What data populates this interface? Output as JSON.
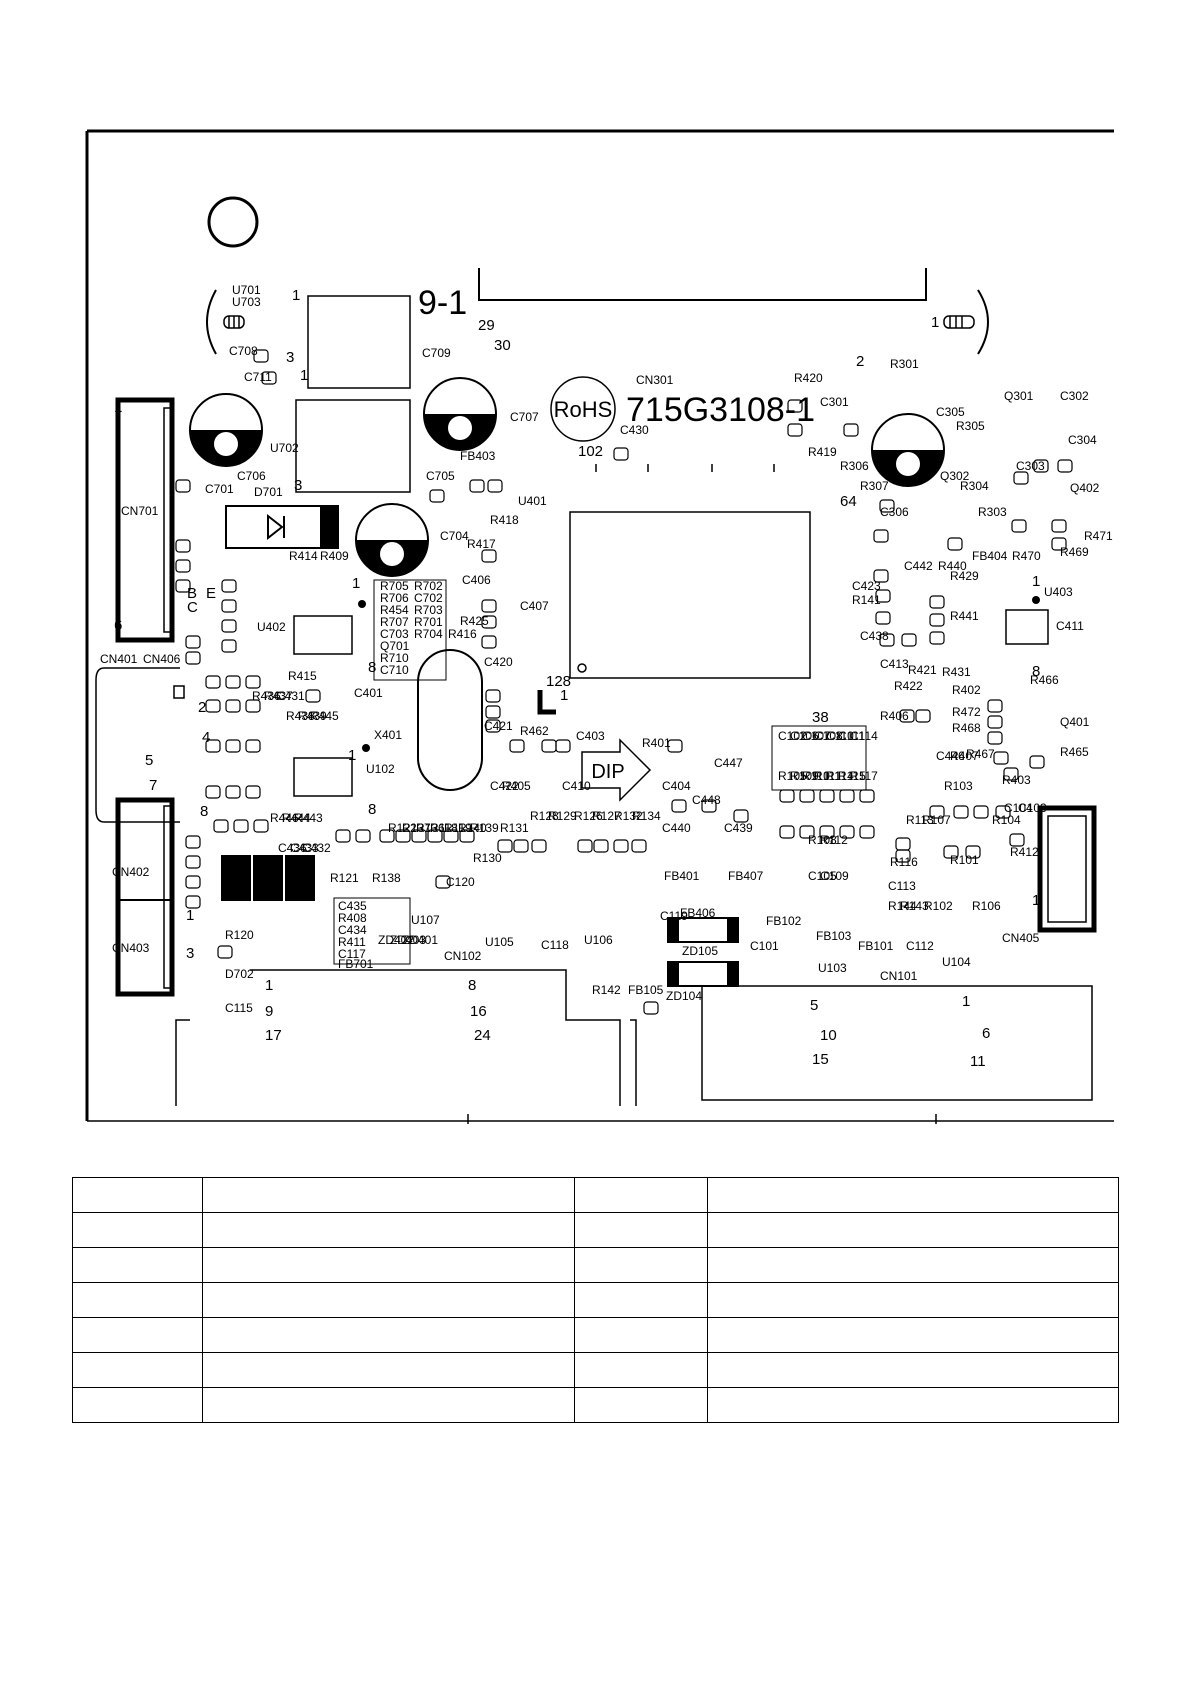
{
  "board": {
    "pcb_number": "715G3108-1",
    "rohs_mark": "RoHS",
    "corner_mark": "9-1",
    "dip_arrow": "DIP"
  },
  "labels": [
    [
      "U701",
      232,
      294
    ],
    [
      "U703",
      232,
      306
    ],
    [
      "C708",
      229,
      355
    ],
    [
      "C711",
      244,
      381
    ],
    [
      "U702",
      270,
      452
    ],
    [
      "C706",
      237,
      480
    ],
    [
      "C701",
      205,
      493
    ],
    [
      "D701",
      254,
      496
    ],
    [
      "CN701",
      121,
      515
    ],
    [
      "R414",
      289,
      560
    ],
    [
      "R409",
      320,
      560
    ],
    [
      "U402",
      257,
      631
    ],
    [
      "CN401",
      100,
      663
    ],
    [
      "CN406",
      143,
      663
    ],
    [
      "C401",
      354,
      697
    ],
    [
      "X401",
      374,
      739
    ],
    [
      "U102",
      366,
      773
    ],
    [
      "CN402",
      112,
      876
    ],
    [
      "CN403",
      112,
      952
    ],
    [
      "R120",
      225,
      939
    ],
    [
      "D702",
      225,
      978
    ],
    [
      "C115",
      225,
      1012
    ],
    [
      "C709",
      422,
      357
    ],
    [
      "C707",
      510,
      421
    ],
    [
      "C705",
      426,
      480
    ],
    [
      "FB403",
      460,
      460
    ],
    [
      "U401",
      518,
      505
    ],
    [
      "C704",
      440,
      540
    ],
    [
      "R417",
      467,
      548
    ],
    [
      "R418",
      490,
      524
    ],
    [
      "C406",
      462,
      584
    ],
    [
      "R425",
      460,
      625
    ],
    [
      "C407",
      520,
      610
    ],
    [
      "R416",
      448,
      638
    ],
    [
      "C420",
      484,
      666
    ],
    [
      "C421",
      484,
      730
    ],
    [
      "R462",
      520,
      735
    ],
    [
      "C422",
      490,
      790
    ],
    [
      "R405",
      502,
      790
    ],
    [
      "C410",
      562,
      790
    ],
    [
      "C403",
      576,
      740
    ],
    [
      "R401",
      642,
      747
    ],
    [
      "C404",
      662,
      790
    ],
    [
      "C447",
      714,
      767
    ],
    [
      "C448",
      692,
      804
    ],
    [
      "C440",
      662,
      832
    ],
    [
      "C439",
      724,
      832
    ],
    [
      "R128",
      530,
      820
    ],
    [
      "R129",
      548,
      820
    ],
    [
      "R126",
      574,
      820
    ],
    [
      "R127",
      592,
      820
    ],
    [
      "R132",
      614,
      820
    ],
    [
      "R134",
      632,
      820
    ],
    [
      "R131",
      500,
      832
    ],
    [
      "R130",
      473,
      862
    ],
    [
      "C120",
      446,
      886
    ],
    [
      "U107",
      411,
      924
    ],
    [
      "U105",
      485,
      946
    ],
    [
      "C118",
      541,
      949
    ],
    [
      "U106",
      584,
      944
    ],
    [
      "R121",
      330,
      882
    ],
    [
      "R138",
      372,
      882
    ],
    [
      "R142",
      592,
      994
    ],
    [
      "FB105",
      628,
      994
    ],
    [
      "ZD104",
      666,
      1000
    ],
    [
      "ZD105",
      682,
      955
    ],
    [
      "FB406",
      680,
      917
    ],
    [
      "FB401",
      664,
      880
    ],
    [
      "FB407",
      728,
      880
    ],
    [
      "FB102",
      766,
      925
    ],
    [
      "C119",
      660,
      920
    ],
    [
      "C101",
      750,
      950
    ],
    [
      "U103",
      818,
      972
    ],
    [
      "CN101",
      880,
      980
    ],
    [
      "FB103",
      816,
      940
    ],
    [
      "FB101",
      858,
      950
    ],
    [
      "C112",
      906,
      950
    ],
    [
      "U104",
      942,
      966
    ],
    [
      "CN405",
      1002,
      942
    ],
    [
      "R102",
      924,
      910
    ],
    [
      "R106",
      972,
      910
    ],
    [
      "R116",
      890,
      866
    ],
    [
      "C113",
      888,
      890
    ],
    [
      "R144",
      888,
      910
    ],
    [
      "R143",
      900,
      910
    ],
    [
      "R101",
      950,
      864
    ],
    [
      "R113",
      906,
      824
    ],
    [
      "R107",
      922,
      824
    ],
    [
      "R103",
      944,
      790
    ],
    [
      "R104",
      992,
      824
    ],
    [
      "C104",
      1004,
      812
    ],
    [
      "C103",
      1018,
      812
    ],
    [
      "R412",
      1010,
      856
    ],
    [
      "C446",
      936,
      760
    ],
    [
      "R407",
      950,
      760
    ],
    [
      "R467",
      966,
      758
    ],
    [
      "R403",
      1002,
      784
    ],
    [
      "R465",
      1060,
      756
    ],
    [
      "Q401",
      1060,
      726
    ],
    [
      "R468",
      952,
      732
    ],
    [
      "R472",
      952,
      716
    ],
    [
      "R402",
      952,
      694
    ],
    [
      "R466",
      1030,
      684
    ],
    [
      "R406",
      880,
      720
    ],
    [
      "R422",
      894,
      690
    ],
    [
      "R421",
      908,
      674
    ],
    [
      "R431",
      942,
      676
    ],
    [
      "C413",
      880,
      668
    ],
    [
      "C411",
      1056,
      630
    ],
    [
      "U403",
      1044,
      596
    ],
    [
      "R441",
      950,
      620
    ],
    [
      "R429",
      950,
      580
    ],
    [
      "R440",
      938,
      570
    ],
    [
      "C442",
      904,
      570
    ],
    [
      "C423",
      852,
      590
    ],
    [
      "R141",
      852,
      604
    ],
    [
      "C438",
      860,
      640
    ],
    [
      "FB404",
      972,
      560
    ],
    [
      "R470",
      1012,
      560
    ],
    [
      "R469",
      1060,
      556
    ],
    [
      "R471",
      1084,
      540
    ],
    [
      "R303",
      978,
      516
    ],
    [
      "R304",
      960,
      490
    ],
    [
      "C306",
      880,
      516
    ],
    [
      "R307",
      860,
      490
    ],
    [
      "R306",
      840,
      470
    ],
    [
      "R419",
      808,
      456
    ],
    [
      "C301",
      820,
      406
    ],
    [
      "R420",
      794,
      382
    ],
    [
      "R301",
      890,
      368
    ],
    [
      "C305",
      936,
      416
    ],
    [
      "R305",
      956,
      430
    ],
    [
      "Q301",
      1004,
      400
    ],
    [
      "C302",
      1060,
      400
    ],
    [
      "C304",
      1068,
      444
    ],
    [
      "C303",
      1016,
      470
    ],
    [
      "Q402",
      1070,
      492
    ],
    [
      "Q302",
      940,
      480
    ],
    [
      "C430",
      620,
      434
    ],
    [
      "CN301",
      636,
      384
    ],
    [
      "R705",
      380,
      590
    ],
    [
      "R706",
      380,
      602
    ],
    [
      "R454",
      380,
      614
    ],
    [
      "R707",
      380,
      626
    ],
    [
      "C703",
      380,
      638
    ],
    [
      "Q701",
      380,
      650
    ],
    [
      "R710",
      380,
      662
    ],
    [
      "C710",
      380,
      674
    ],
    [
      "R702",
      414,
      590
    ],
    [
      "C702",
      414,
      602
    ],
    [
      "R703",
      414,
      614
    ],
    [
      "R701",
      414,
      626
    ],
    [
      "R704",
      414,
      638
    ],
    [
      "R436",
      252,
      700
    ],
    [
      "R437",
      264,
      700
    ],
    [
      "C431",
      276,
      700
    ],
    [
      "R415",
      288,
      680
    ],
    [
      "R438",
      286,
      720
    ],
    [
      "R439",
      298,
      720
    ],
    [
      "R445",
      310,
      720
    ],
    [
      "R446",
      270,
      822
    ],
    [
      "R444",
      282,
      822
    ],
    [
      "R443",
      294,
      822
    ],
    [
      "C436",
      278,
      852
    ],
    [
      "C433",
      290,
      852
    ],
    [
      "C432",
      302,
      852
    ],
    [
      "R122",
      388,
      832
    ],
    [
      "R137",
      402,
      832
    ],
    [
      "R136",
      416,
      832
    ],
    [
      "R118",
      430,
      832
    ],
    [
      "R119",
      444,
      832
    ],
    [
      "R140",
      458,
      832
    ],
    [
      "R139",
      470,
      832
    ],
    [
      "C435",
      338,
      910
    ],
    [
      "R408",
      338,
      922
    ],
    [
      "C434",
      338,
      934
    ],
    [
      "R411",
      338,
      946
    ],
    [
      "C117",
      338,
      958
    ],
    [
      "FB701",
      338,
      968
    ],
    [
      "ZD402",
      378,
      944
    ],
    [
      "ZD403",
      390,
      944
    ],
    [
      "ZD401",
      402,
      944
    ],
    [
      "R105",
      778,
      780
    ],
    [
      "R109",
      790,
      780
    ],
    [
      "C102",
      778,
      740
    ],
    [
      "C106",
      790,
      740
    ],
    [
      "R110",
      802,
      780
    ],
    [
      "R111",
      814,
      780
    ],
    [
      "C107",
      802,
      740
    ],
    [
      "C108",
      814,
      740
    ],
    [
      "R114",
      826,
      780
    ],
    [
      "R115",
      838,
      780
    ],
    [
      "C110",
      826,
      740
    ],
    [
      "C111",
      838,
      740
    ],
    [
      "R117",
      850,
      780
    ],
    [
      "C114",
      850,
      740
    ],
    [
      "C105",
      808,
      880
    ],
    [
      "C109",
      820,
      880
    ],
    [
      "R108",
      808,
      844
    ],
    [
      "R112",
      820,
      844
    ]
  ],
  "pins": [
    [
      "1",
      292,
      300
    ],
    [
      "3",
      286,
      362
    ],
    [
      "1",
      300,
      380
    ],
    [
      "3",
      294,
      490
    ],
    [
      "29",
      478,
      330
    ],
    [
      "30",
      494,
      350
    ],
    [
      "102",
      578,
      456
    ],
    [
      "64",
      840,
      506
    ],
    [
      "128",
      546,
      686
    ],
    [
      "1",
      560,
      700
    ],
    [
      "38",
      812,
      722
    ],
    [
      "1",
      1032,
      586
    ],
    [
      "8",
      1032,
      676
    ],
    [
      "2",
      856,
      366
    ],
    [
      "1",
      114,
      412
    ],
    [
      "6",
      114,
      630
    ],
    [
      "1",
      352,
      588
    ],
    [
      "8",
      368,
      672
    ],
    [
      "1",
      348,
      760
    ],
    [
      "8",
      368,
      814
    ],
    [
      "2",
      198,
      712
    ],
    [
      "4",
      202,
      742
    ],
    [
      "5",
      145,
      765
    ],
    [
      "7",
      149,
      790
    ],
    [
      "8",
      200,
      816
    ],
    [
      "1",
      186,
      920
    ],
    [
      "3",
      186,
      958
    ],
    [
      "1",
      1032,
      905
    ],
    [
      "1",
      931,
      327
    ],
    [
      "1",
      265,
      990
    ],
    [
      "8",
      468,
      990
    ],
    [
      "9",
      265,
      1016
    ],
    [
      "16",
      470,
      1016
    ],
    [
      "17",
      265,
      1040
    ],
    [
      "24",
      474,
      1040
    ],
    [
      "5",
      810,
      1010
    ],
    [
      "1",
      962,
      1006
    ],
    [
      "10",
      820,
      1040
    ],
    [
      "6",
      982,
      1038
    ],
    [
      "15",
      812,
      1064
    ],
    [
      "11",
      970,
      1066
    ],
    [
      "B",
      187,
      598
    ],
    [
      "C",
      187,
      612
    ],
    [
      "E",
      206,
      598
    ]
  ],
  "header_labels": {
    "cn102": "CN102"
  },
  "table": {
    "rows": [
      [
        "",
        "",
        "",
        ""
      ],
      [
        "",
        "",
        "",
        ""
      ],
      [
        "",
        "",
        "",
        ""
      ],
      [
        "",
        "",
        "",
        ""
      ],
      [
        "",
        "",
        "",
        ""
      ],
      [
        "",
        "",
        "",
        ""
      ],
      [
        "",
        "",
        "",
        ""
      ]
    ]
  }
}
